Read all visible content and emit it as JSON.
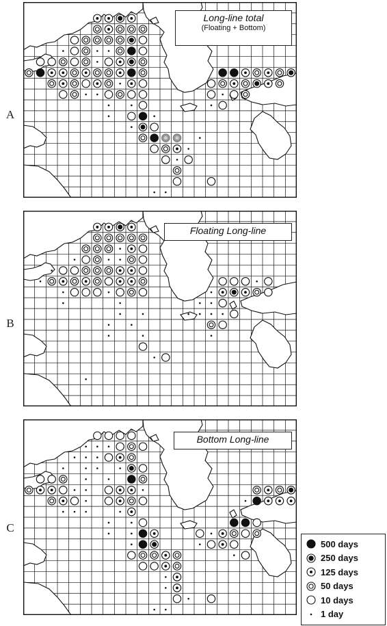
{
  "panels": [
    {
      "letter": "A",
      "title": "Long-line total",
      "subtitle": "(Floating + Bottom)",
      "cells": [
        [
          6,
          1,
          "125"
        ],
        [
          7,
          1,
          "125"
        ],
        [
          8,
          1,
          "250"
        ],
        [
          9,
          1,
          "125"
        ],
        [
          6,
          2,
          "50"
        ],
        [
          7,
          2,
          "125"
        ],
        [
          8,
          2,
          "50"
        ],
        [
          9,
          2,
          "50"
        ],
        [
          10,
          2,
          "50"
        ],
        [
          4,
          3,
          "10"
        ],
        [
          5,
          3,
          "50"
        ],
        [
          6,
          3,
          "50"
        ],
        [
          7,
          3,
          "50"
        ],
        [
          8,
          3,
          "50"
        ],
        [
          9,
          3,
          "250"
        ],
        [
          10,
          3,
          "10"
        ],
        [
          3,
          4,
          "1"
        ],
        [
          4,
          4,
          "10"
        ],
        [
          5,
          4,
          "50"
        ],
        [
          6,
          4,
          "1"
        ],
        [
          7,
          4,
          "1"
        ],
        [
          8,
          4,
          "50"
        ],
        [
          9,
          4,
          "500"
        ],
        [
          10,
          4,
          "10"
        ],
        [
          1,
          5,
          "10"
        ],
        [
          2,
          5,
          "10"
        ],
        [
          3,
          5,
          "50"
        ],
        [
          4,
          5,
          "10"
        ],
        [
          5,
          5,
          "50"
        ],
        [
          6,
          5,
          "1"
        ],
        [
          7,
          5,
          "10"
        ],
        [
          8,
          5,
          "125"
        ],
        [
          9,
          5,
          "250"
        ],
        [
          10,
          5,
          "50"
        ],
        [
          0,
          6,
          "50"
        ],
        [
          1,
          6,
          "500"
        ],
        [
          2,
          6,
          "125"
        ],
        [
          3,
          6,
          "125"
        ],
        [
          4,
          6,
          "50"
        ],
        [
          5,
          6,
          "125"
        ],
        [
          6,
          6,
          "50"
        ],
        [
          7,
          6,
          "50"
        ],
        [
          8,
          6,
          "125"
        ],
        [
          9,
          6,
          "500"
        ],
        [
          10,
          6,
          "50"
        ],
        [
          2,
          7,
          "50"
        ],
        [
          3,
          7,
          "125"
        ],
        [
          4,
          7,
          "50"
        ],
        [
          5,
          7,
          "10"
        ],
        [
          6,
          7,
          "125"
        ],
        [
          7,
          7,
          "50"
        ],
        [
          8,
          7,
          "1"
        ],
        [
          9,
          7,
          "125"
        ],
        [
          10,
          7,
          "10"
        ],
        [
          3,
          8,
          "10"
        ],
        [
          4,
          8,
          "50"
        ],
        [
          5,
          8,
          "1"
        ],
        [
          6,
          8,
          "1"
        ],
        [
          7,
          8,
          "10"
        ],
        [
          8,
          8,
          "50"
        ],
        [
          9,
          8,
          "10"
        ],
        [
          10,
          8,
          "10"
        ],
        [
          7,
          9,
          "1"
        ],
        [
          9,
          9,
          "1"
        ],
        [
          10,
          9,
          "10"
        ],
        [
          7,
          10,
          "1"
        ],
        [
          9,
          10,
          "10"
        ],
        [
          10,
          10,
          "500"
        ],
        [
          11,
          10,
          "1"
        ],
        [
          9,
          11,
          "1"
        ],
        [
          10,
          11,
          "250"
        ],
        [
          11,
          11,
          "10"
        ],
        [
          10,
          12,
          "50"
        ],
        [
          11,
          12,
          "500"
        ],
        [
          12,
          12,
          "gray"
        ],
        [
          13,
          12,
          "gray"
        ],
        [
          15,
          12,
          "1"
        ],
        [
          11,
          13,
          "10"
        ],
        [
          12,
          13,
          "50"
        ],
        [
          13,
          13,
          "125"
        ],
        [
          14,
          13,
          "1"
        ],
        [
          12,
          14,
          "10"
        ],
        [
          13,
          14,
          "1"
        ],
        [
          14,
          14,
          "10"
        ],
        [
          13,
          15,
          "50"
        ],
        [
          13,
          16,
          "10"
        ],
        [
          16,
          16,
          "10"
        ],
        [
          11,
          17,
          "1"
        ],
        [
          12,
          17,
          "1"
        ],
        [
          17,
          6,
          "500"
        ],
        [
          18,
          6,
          "500"
        ],
        [
          19,
          6,
          "125"
        ],
        [
          20,
          6,
          "50"
        ],
        [
          21,
          6,
          "125"
        ],
        [
          22,
          6,
          "50"
        ],
        [
          23,
          6,
          "250"
        ],
        [
          16,
          7,
          "10"
        ],
        [
          17,
          7,
          "50"
        ],
        [
          18,
          7,
          "125"
        ],
        [
          19,
          7,
          "50"
        ],
        [
          20,
          7,
          "250"
        ],
        [
          21,
          7,
          "125"
        ],
        [
          22,
          7,
          "50"
        ],
        [
          16,
          8,
          "10"
        ],
        [
          17,
          8,
          "1"
        ],
        [
          18,
          8,
          "10"
        ],
        [
          19,
          8,
          "50"
        ],
        [
          16,
          9,
          "1"
        ],
        [
          17,
          9,
          "10"
        ]
      ]
    },
    {
      "letter": "B",
      "title": "Floating Long-line",
      "subtitle": "",
      "cells": [
        [
          6,
          1,
          "125"
        ],
        [
          7,
          1,
          "125"
        ],
        [
          8,
          1,
          "250"
        ],
        [
          9,
          1,
          "125"
        ],
        [
          6,
          2,
          "50"
        ],
        [
          7,
          2,
          "50"
        ],
        [
          8,
          2,
          "50"
        ],
        [
          9,
          2,
          "50"
        ],
        [
          10,
          2,
          "50"
        ],
        [
          5,
          3,
          "50"
        ],
        [
          6,
          3,
          "50"
        ],
        [
          7,
          3,
          "50"
        ],
        [
          8,
          3,
          "1"
        ],
        [
          9,
          3,
          "125"
        ],
        [
          10,
          3,
          "10"
        ],
        [
          4,
          4,
          "1"
        ],
        [
          5,
          4,
          "10"
        ],
        [
          6,
          4,
          "50"
        ],
        [
          7,
          4,
          "1"
        ],
        [
          8,
          4,
          "1"
        ],
        [
          9,
          4,
          "50"
        ],
        [
          10,
          4,
          "10"
        ],
        [
          2,
          5,
          "1"
        ],
        [
          3,
          5,
          "10"
        ],
        [
          4,
          5,
          "10"
        ],
        [
          5,
          5,
          "50"
        ],
        [
          6,
          5,
          "50"
        ],
        [
          7,
          5,
          "50"
        ],
        [
          8,
          5,
          "125"
        ],
        [
          9,
          5,
          "125"
        ],
        [
          10,
          5,
          "10"
        ],
        [
          1,
          6,
          "1"
        ],
        [
          2,
          6,
          "50"
        ],
        [
          3,
          6,
          "125"
        ],
        [
          4,
          6,
          "50"
        ],
        [
          5,
          6,
          "125"
        ],
        [
          6,
          6,
          "50"
        ],
        [
          7,
          6,
          "10"
        ],
        [
          8,
          6,
          "125"
        ],
        [
          9,
          6,
          "125"
        ],
        [
          10,
          6,
          "50"
        ],
        [
          3,
          7,
          "1"
        ],
        [
          4,
          7,
          "10"
        ],
        [
          5,
          7,
          "10"
        ],
        [
          6,
          7,
          "10"
        ],
        [
          7,
          7,
          "1"
        ],
        [
          8,
          7,
          "10"
        ],
        [
          9,
          7,
          "50"
        ],
        [
          10,
          7,
          "10"
        ],
        [
          3,
          8,
          "1"
        ],
        [
          8,
          8,
          "1"
        ],
        [
          8,
          9,
          "1"
        ],
        [
          10,
          9,
          "1"
        ],
        [
          7,
          10,
          "1"
        ],
        [
          9,
          10,
          "1"
        ],
        [
          7,
          11,
          "1"
        ],
        [
          10,
          11,
          "1"
        ],
        [
          10,
          12,
          "10"
        ],
        [
          11,
          13,
          "1"
        ],
        [
          12,
          13,
          "10"
        ],
        [
          5,
          15,
          "1"
        ],
        [
          15,
          8,
          "1"
        ],
        [
          16,
          8,
          "1"
        ],
        [
          17,
          8,
          "10"
        ],
        [
          17,
          6,
          "10"
        ],
        [
          18,
          6,
          "10"
        ],
        [
          19,
          6,
          "10"
        ],
        [
          20,
          6,
          "1"
        ],
        [
          21,
          6,
          "10"
        ],
        [
          16,
          7,
          "1"
        ],
        [
          17,
          7,
          "125"
        ],
        [
          18,
          7,
          "250"
        ],
        [
          19,
          7,
          "125"
        ],
        [
          20,
          7,
          "50"
        ],
        [
          21,
          7,
          "10"
        ],
        [
          14,
          9,
          "1"
        ],
        [
          15,
          9,
          "1"
        ],
        [
          16,
          9,
          "1"
        ],
        [
          17,
          9,
          "1"
        ],
        [
          18,
          9,
          "10"
        ],
        [
          16,
          10,
          "50"
        ],
        [
          17,
          10,
          "10"
        ],
        [
          16,
          11,
          "1"
        ]
      ]
    },
    {
      "letter": "C",
      "title": "Bottom Long-line",
      "subtitle": "",
      "cells": [
        [
          6,
          1,
          "10"
        ],
        [
          7,
          1,
          "10"
        ],
        [
          8,
          1,
          "10"
        ],
        [
          9,
          1,
          "10"
        ],
        [
          5,
          2,
          "1"
        ],
        [
          6,
          2,
          "1"
        ],
        [
          7,
          2,
          "1"
        ],
        [
          8,
          2,
          "10"
        ],
        [
          9,
          2,
          "50"
        ],
        [
          10,
          2,
          "10"
        ],
        [
          4,
          3,
          "1"
        ],
        [
          5,
          3,
          "1"
        ],
        [
          6,
          3,
          "1"
        ],
        [
          7,
          3,
          "10"
        ],
        [
          8,
          3,
          "125"
        ],
        [
          9,
          3,
          "50"
        ],
        [
          3,
          4,
          "1"
        ],
        [
          5,
          4,
          "1"
        ],
        [
          6,
          4,
          "1"
        ],
        [
          8,
          4,
          "1"
        ],
        [
          9,
          4,
          "250"
        ],
        [
          10,
          4,
          "10"
        ],
        [
          1,
          5,
          "10"
        ],
        [
          2,
          5,
          "10"
        ],
        [
          3,
          5,
          "50"
        ],
        [
          5,
          5,
          "1"
        ],
        [
          7,
          5,
          "1"
        ],
        [
          9,
          5,
          "500"
        ],
        [
          10,
          5,
          "50"
        ],
        [
          0,
          6,
          "50"
        ],
        [
          1,
          6,
          "125"
        ],
        [
          2,
          6,
          "125"
        ],
        [
          3,
          6,
          "10"
        ],
        [
          4,
          6,
          "1"
        ],
        [
          5,
          6,
          "1"
        ],
        [
          7,
          6,
          "10"
        ],
        [
          8,
          6,
          "125"
        ],
        [
          9,
          6,
          "125"
        ],
        [
          10,
          6,
          "1"
        ],
        [
          2,
          7,
          "50"
        ],
        [
          3,
          7,
          "125"
        ],
        [
          4,
          7,
          "10"
        ],
        [
          5,
          7,
          "1"
        ],
        [
          7,
          7,
          "10"
        ],
        [
          8,
          7,
          "125"
        ],
        [
          9,
          7,
          "50"
        ],
        [
          10,
          7,
          "10"
        ],
        [
          3,
          8,
          "1"
        ],
        [
          4,
          8,
          "1"
        ],
        [
          5,
          8,
          "1"
        ],
        [
          8,
          8,
          "1"
        ],
        [
          9,
          8,
          "125"
        ],
        [
          7,
          9,
          "1"
        ],
        [
          9,
          9,
          "1"
        ],
        [
          10,
          9,
          "10"
        ],
        [
          7,
          10,
          "1"
        ],
        [
          9,
          10,
          "1"
        ],
        [
          10,
          10,
          "500"
        ],
        [
          11,
          10,
          "125"
        ],
        [
          9,
          11,
          "1"
        ],
        [
          10,
          11,
          "500"
        ],
        [
          11,
          11,
          "250"
        ],
        [
          9,
          12,
          "10"
        ],
        [
          10,
          12,
          "50"
        ],
        [
          11,
          12,
          "50"
        ],
        [
          12,
          12,
          "125"
        ],
        [
          13,
          12,
          "50"
        ],
        [
          10,
          13,
          "10"
        ],
        [
          11,
          13,
          "10"
        ],
        [
          12,
          13,
          "125"
        ],
        [
          13,
          13,
          "50"
        ],
        [
          12,
          14,
          "1"
        ],
        [
          13,
          14,
          "125"
        ],
        [
          12,
          15,
          "1"
        ],
        [
          13,
          15,
          "125"
        ],
        [
          13,
          16,
          "10"
        ],
        [
          14,
          16,
          "1"
        ],
        [
          16,
          16,
          "10"
        ],
        [
          11,
          17,
          "1"
        ],
        [
          12,
          17,
          "1"
        ],
        [
          18,
          9,
          "500"
        ],
        [
          19,
          9,
          "500"
        ],
        [
          20,
          9,
          "10"
        ],
        [
          15,
          10,
          "10"
        ],
        [
          16,
          10,
          "1"
        ],
        [
          17,
          10,
          "125"
        ],
        [
          18,
          10,
          "50"
        ],
        [
          19,
          10,
          "10"
        ],
        [
          20,
          10,
          "50"
        ],
        [
          15,
          11,
          "1"
        ],
        [
          16,
          11,
          "10"
        ],
        [
          17,
          11,
          "125"
        ],
        [
          18,
          11,
          "10"
        ],
        [
          18,
          12,
          "1"
        ],
        [
          19,
          12,
          "10"
        ],
        [
          20,
          6,
          "50"
        ],
        [
          21,
          6,
          "125"
        ],
        [
          22,
          6,
          "50"
        ],
        [
          23,
          6,
          "250"
        ],
        [
          19,
          7,
          "1"
        ],
        [
          20,
          7,
          "500"
        ],
        [
          21,
          7,
          "125"
        ],
        [
          22,
          7,
          "125"
        ],
        [
          23,
          7,
          "125"
        ]
      ]
    }
  ],
  "legend": [
    {
      "symbol": "500",
      "label": "500 days"
    },
    {
      "symbol": "250",
      "label": "250 days"
    },
    {
      "symbol": "125",
      "label": "125 days"
    },
    {
      "symbol": "50",
      "label": "50 days"
    },
    {
      "symbol": "10",
      "label": "10 days"
    },
    {
      "symbol": "1",
      "label": "1 day"
    }
  ],
  "colors": {
    "ink": "#111111",
    "land": "#ffffff",
    "gray_marker": "#9a9a9a"
  }
}
